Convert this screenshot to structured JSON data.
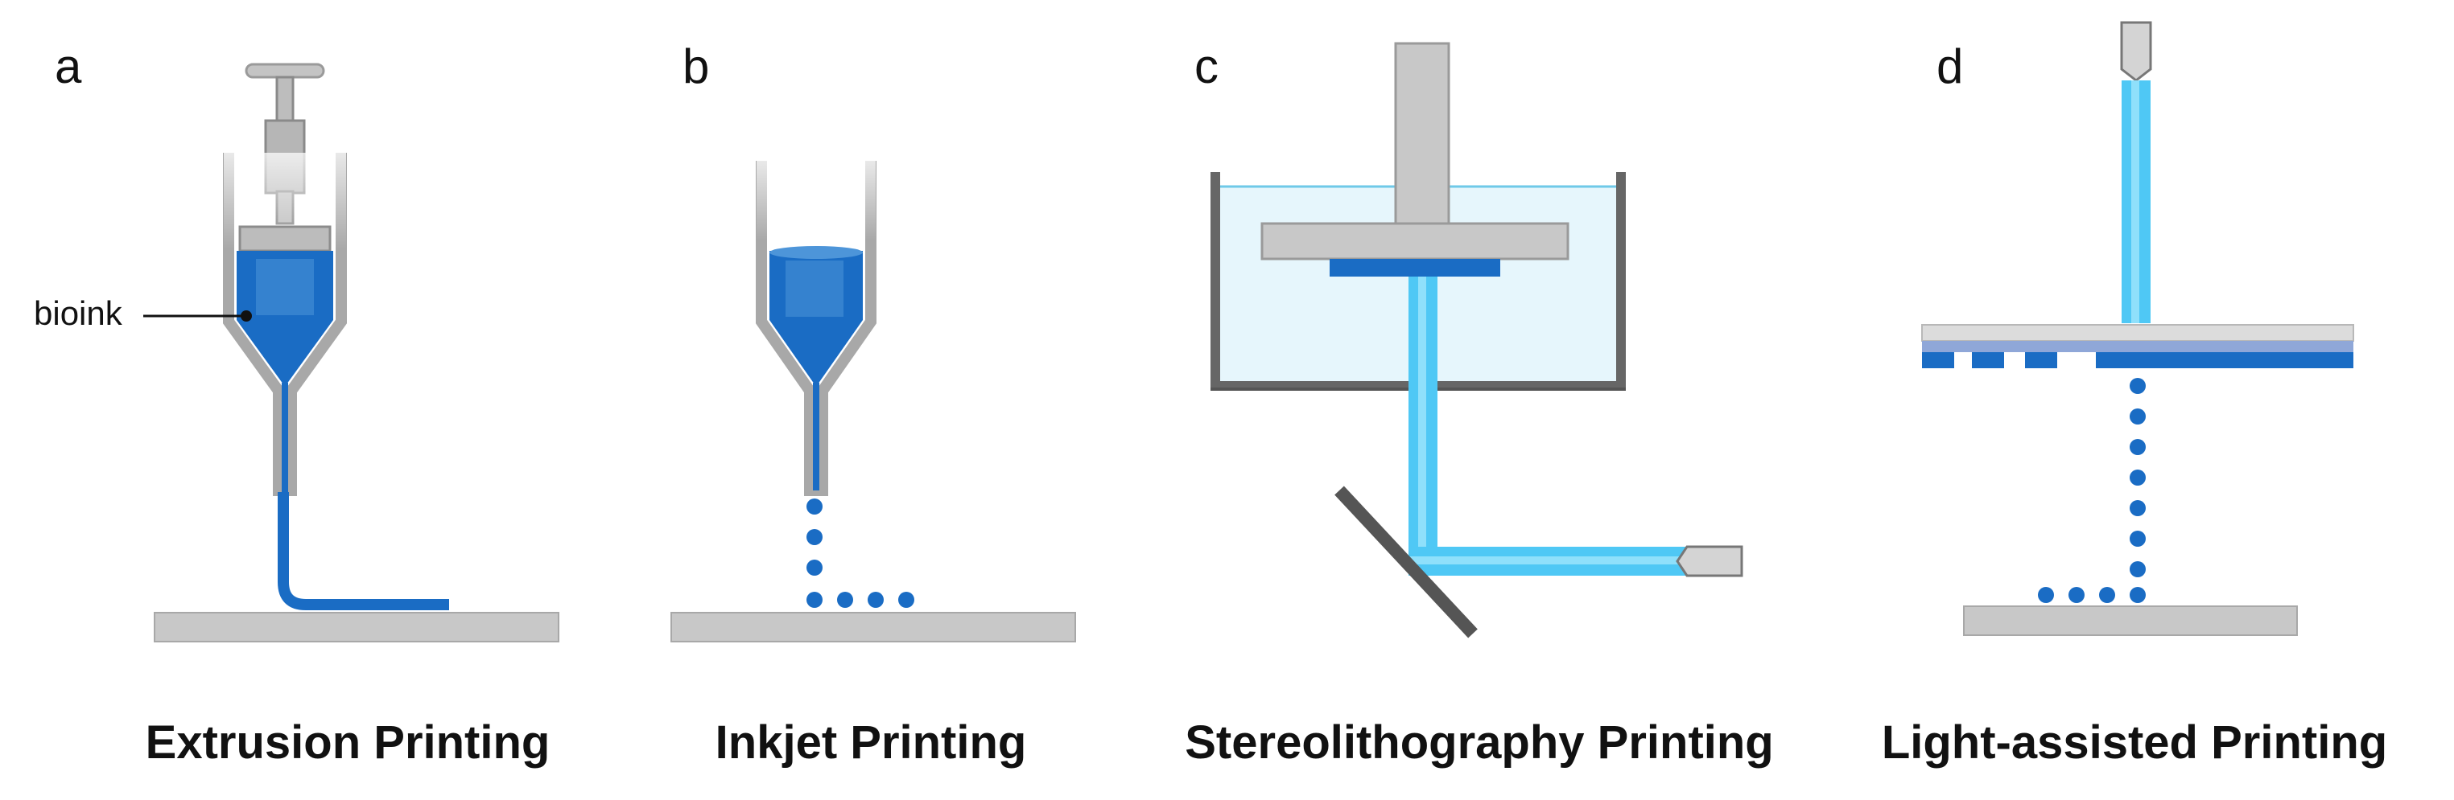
{
  "panels": [
    {
      "letter": "a",
      "caption": "Extrusion Printing"
    },
    {
      "letter": "b",
      "caption": "Inkjet Printing"
    },
    {
      "letter": "c",
      "caption": "Stereolithography Printing"
    },
    {
      "letter": "d",
      "caption": "Light-assisted Printing"
    }
  ],
  "callouts": {
    "bioink": "bioink"
  },
  "colors": {
    "bioink_blue": "#1a6cc4",
    "bioink_light": "#3d8fd6",
    "light_beam": "#4fc8f5",
    "platform_gray": "#c8c8c8",
    "vat_liquid": "#e6f6fc",
    "syringe_gray": "#9a9a9a"
  }
}
